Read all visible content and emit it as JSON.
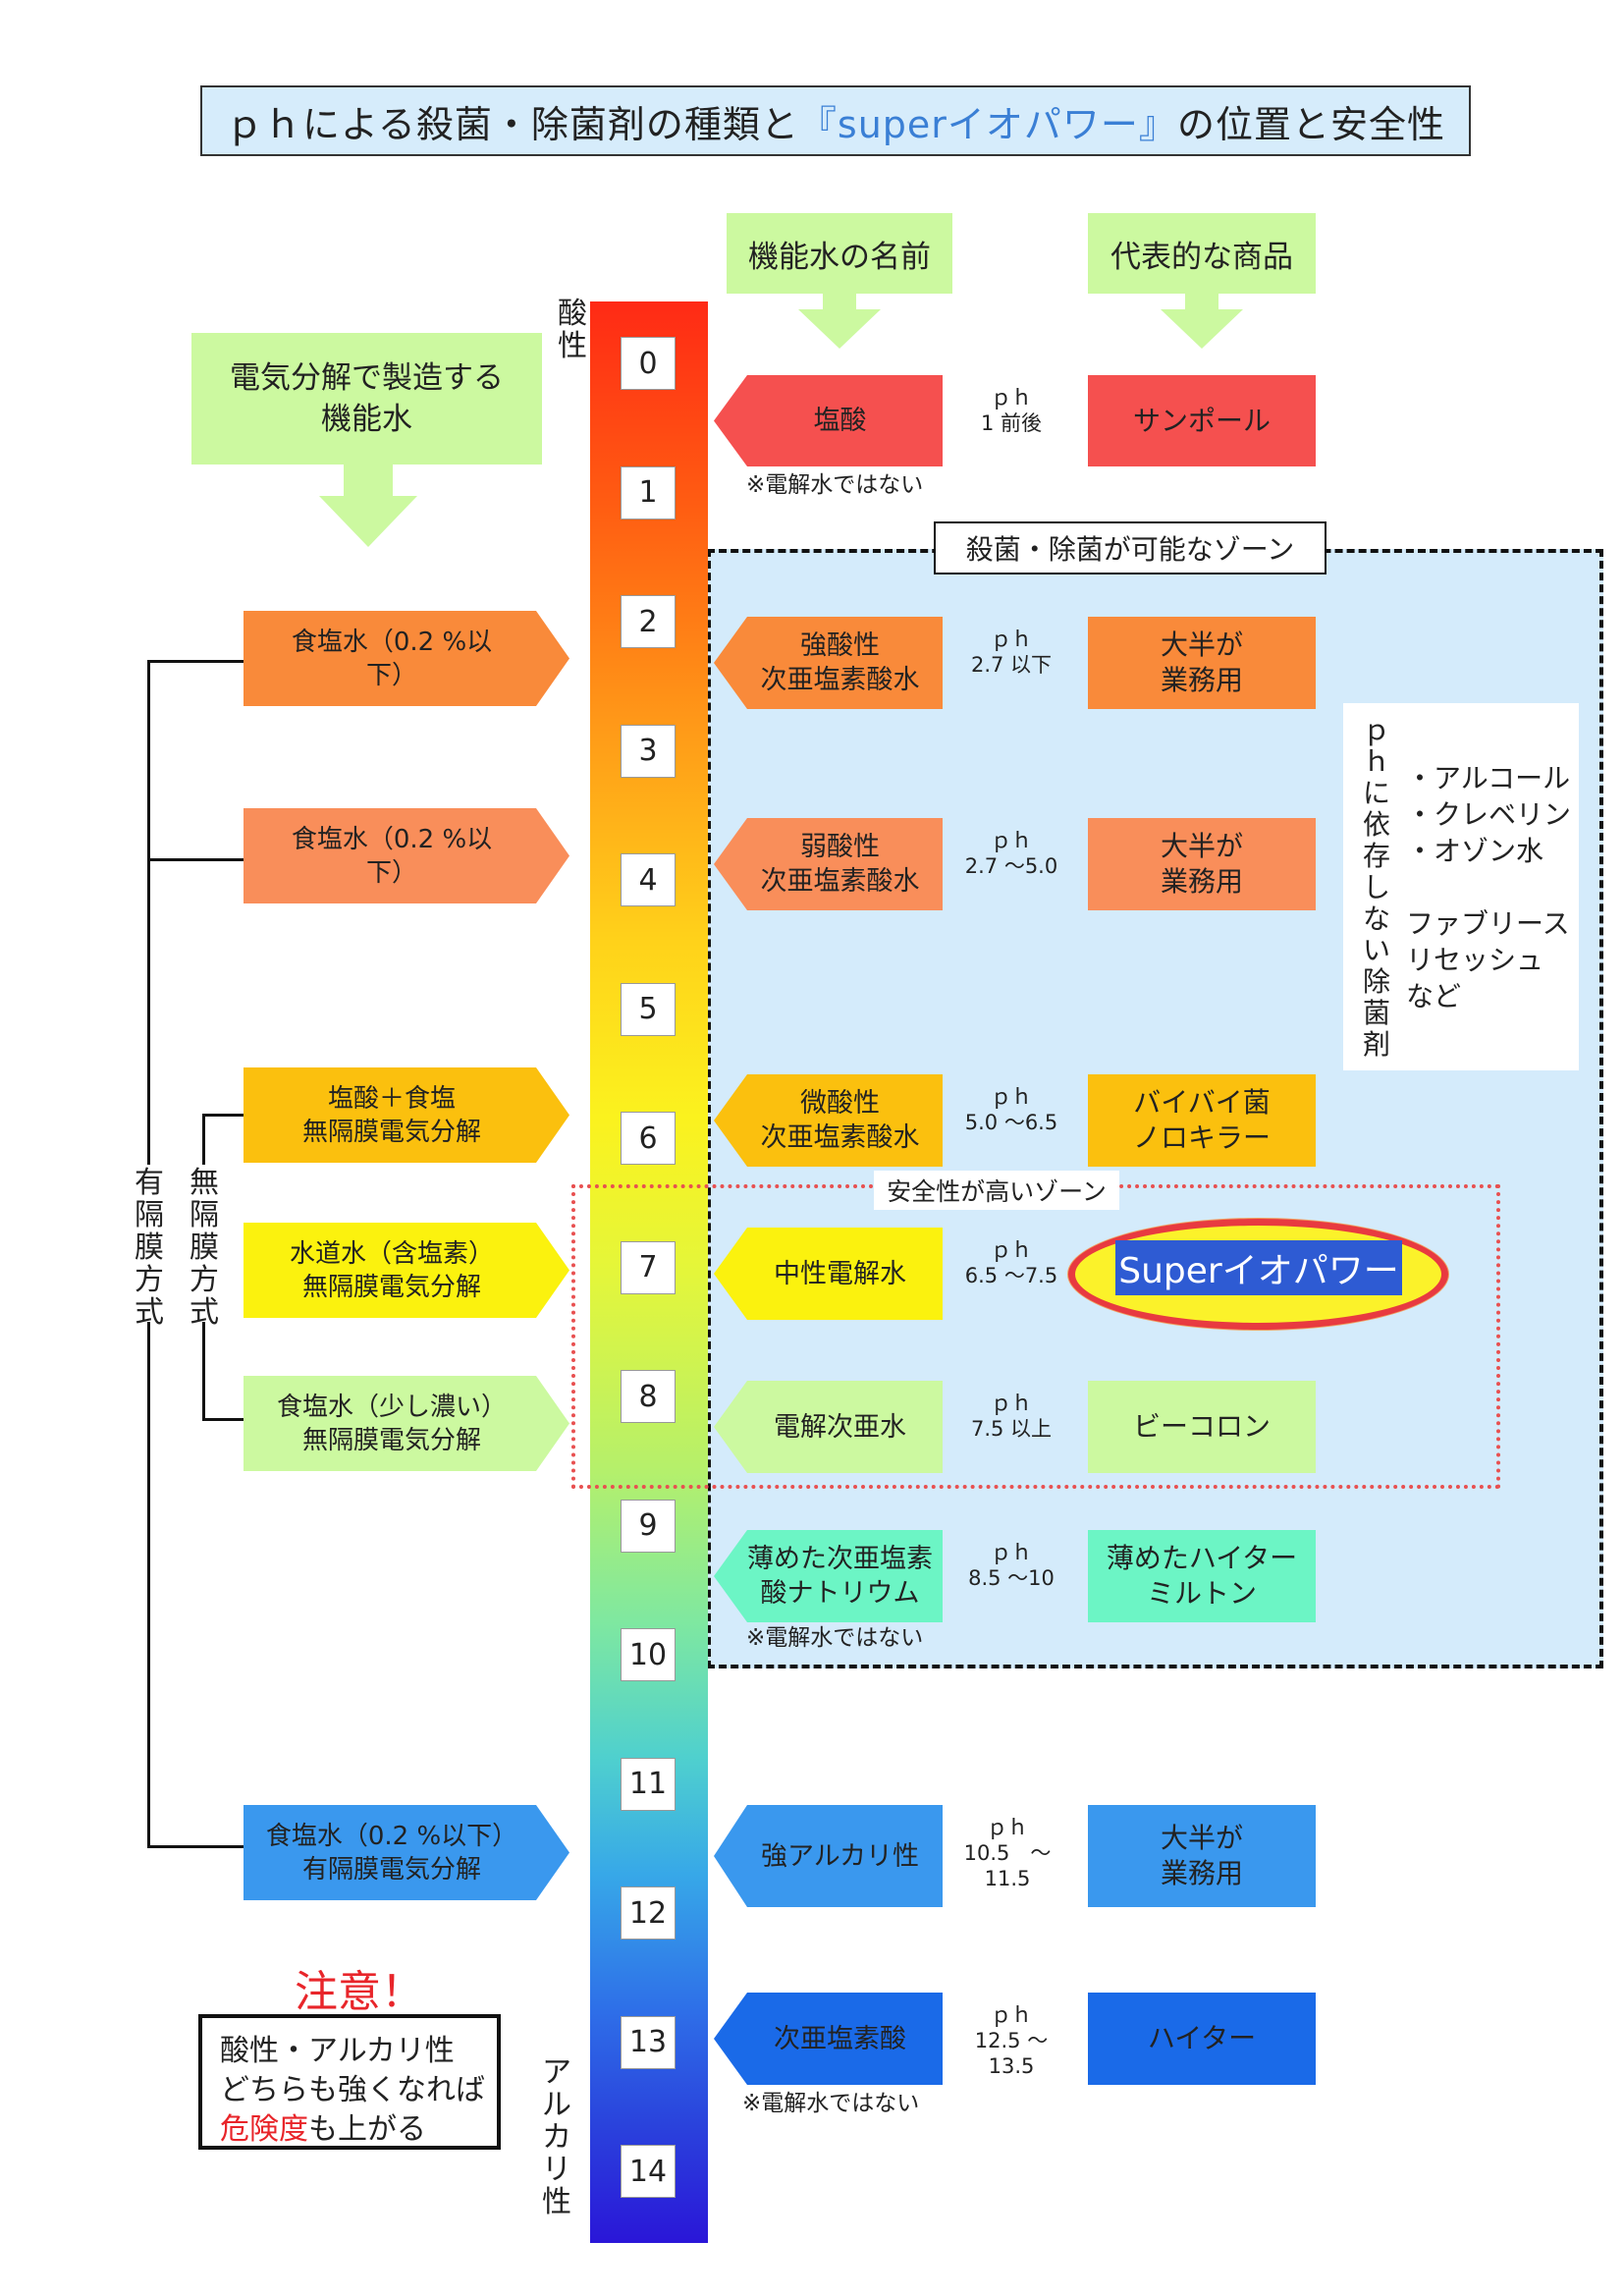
{
  "title": {
    "pre": "ｐｈによる殺菌・除菌剤の種類と",
    "product": "『superイオパワー』",
    "post": "の位置と安全性"
  },
  "headers": {
    "electro": "電気分解で製造する\n機能水",
    "name": "機能水の名前",
    "product": "代表的な商品"
  },
  "axis": {
    "acid": "酸性",
    "alkali": "アルカリ性"
  },
  "ph_numbers": [
    "0",
    "1",
    "2",
    "3",
    "4",
    "5",
    "6",
    "7",
    "8",
    "9",
    "10",
    "11",
    "12",
    "13",
    "14"
  ],
  "zones": {
    "disinfect": "殺菌・除菌が可能なゾーン",
    "safe": "安全性が高いゾーン"
  },
  "membrane": {
    "with": "有隔膜方式",
    "without": "無隔膜方式"
  },
  "left_items": [
    {
      "text": "食塩水（0.2 %以\n下）",
      "color": "#f98a3a"
    },
    {
      "text": "食塩水（0.2 %以\n下）",
      "color": "#f98e5a"
    },
    {
      "text": "塩酸＋食塩\n無隔膜電気分解",
      "color": "#fbc00e"
    },
    {
      "text": "水道水（含塩素）\n無隔膜電気分解",
      "color": "#fbf20e"
    },
    {
      "text": "食塩水（少し濃い）\n無隔膜電気分解",
      "color": "#ccf9a0"
    },
    {
      "text": "食塩水（0.2 %以下）\n有隔膜電気分解",
      "color": "#3a98ee"
    }
  ],
  "water_names": [
    {
      "text": "塩酸",
      "color": "#f5504f"
    },
    {
      "text": "強酸性\n次亜塩素酸水",
      "color": "#f98a3a"
    },
    {
      "text": "弱酸性\n次亜塩素酸水",
      "color": "#f98e5a"
    },
    {
      "text": "微酸性\n次亜塩素酸水",
      "color": "#fbc00e"
    },
    {
      "text": "中性電解水",
      "color": "#fbf20e"
    },
    {
      "text": "電解次亜水",
      "color": "#ccf9a0"
    },
    {
      "text": "薄めた次亜塩素\n酸ナトリウム",
      "color": "#6cf5c5"
    },
    {
      "text": "強アルカリ性",
      "color": "#3a98ee"
    },
    {
      "text": "次亜塩素酸",
      "color": "#1a6ae8"
    }
  ],
  "ph_values": [
    "ｐｈ\n1 前後",
    "ｐｈ\n2.7 以下",
    "ｐｈ\n2.7 ～5.0",
    "ｐｈ\n5.0 ～6.5",
    "ｐｈ\n6.5 ～7.5",
    "ｐｈ\n7.5 以上",
    "ｐｈ\n8.5 ～10",
    "ｐｈ\n10.5　～11.5",
    "ｐｈ\n12.5 ～13.5"
  ],
  "products": [
    {
      "text": "サンポール",
      "color": "#f5504f"
    },
    {
      "text": "大半が\n業務用",
      "color": "#f98a3a"
    },
    {
      "text": "大半が\n業務用",
      "color": "#f98e5a"
    },
    {
      "text": "バイバイ菌\nノロキラー",
      "color": "#fbc00e"
    },
    {
      "text": "Superイオパワー",
      "color": "#2e5bd3"
    },
    {
      "text": "ビーコロン",
      "color": "#ccf9a0"
    },
    {
      "text": "薄めたハイター\nミルトン",
      "color": "#6cf5c5"
    },
    {
      "text": "大半が\n業務用",
      "color": "#3a98ee"
    },
    {
      "text": "ハイター",
      "color": "#1a6ae8"
    }
  ],
  "notes": {
    "not_electro": "※電解水ではない"
  },
  "ph_independent": {
    "vertical": "ｐｈに依存しない除菌剤",
    "list": "・アルコール\n・クレベリン\n・オゾン水\n\nファブリース\nリセッシュ\nなど"
  },
  "warning": {
    "title": "注意！",
    "line1": "酸性・アルカリ性",
    "line2": "どちらも強くなれば",
    "danger": "危険度",
    "line3_rest": "も上がる"
  }
}
